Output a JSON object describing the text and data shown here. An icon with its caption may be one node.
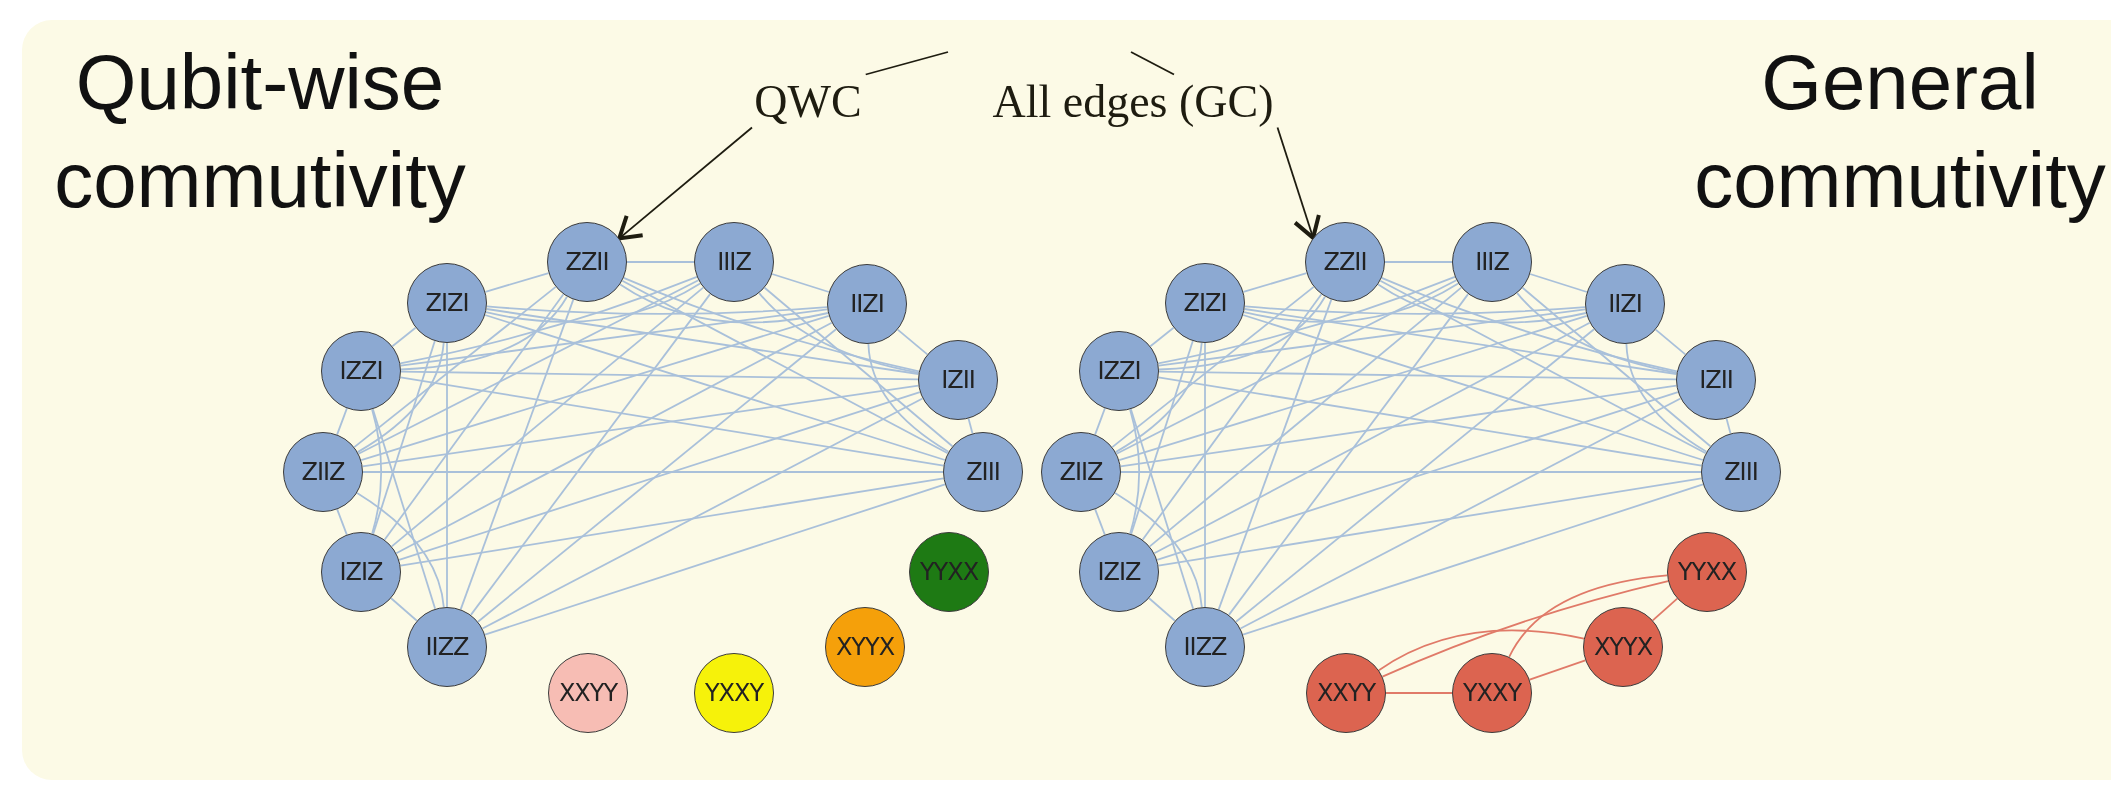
{
  "diagram": {
    "nodes": [
      {
        "text": [
          "QWC"
        ]
      },
      {
        "text": [
          "All edges (GC)"
        ]
      },
      {
        "text": [
          "ZZII"
        ]
      },
      {
        "text": [
          "IIIZ"
        ]
      },
      {
        "text": [
          "IIZI"
        ]
      },
      {
        "text": [
          "IZII"
        ]
      },
      {
        "text": [
          "ZIII"
        ]
      },
      {
        "text": [
          "YYXX"
        ]
      },
      {
        "text": [
          "XYYX"
        ]
      },
      {
        "text": [
          "YXXY"
        ]
      },
      {
        "text": [
          "XXYY"
        ]
      },
      {
        "text": [
          "IIZZ"
        ]
      },
      {
        "text": [
          "IZIZ"
        ]
      },
      {
        "text": [
          "ZIIZ"
        ]
      },
      {
        "text": [
          "IZZI"
        ]
      },
      {
        "text": [
          "ZIZI"
        ]
      },
      {
        "text": [
          "ZZII"
        ]
      },
      {
        "text": [
          "IIIZ"
        ]
      },
      {
        "text": [
          "IIZI"
        ]
      },
      {
        "text": [
          "IZII"
        ]
      },
      {
        "text": [
          "ZIII"
        ]
      },
      {
        "text": [
          "YYXX"
        ]
      },
      {
        "text": [
          "XYYX"
        ]
      },
      {
        "text": [
          "YXXY"
        ]
      },
      {
        "text": [
          "XXYY"
        ]
      },
      {
        "text": [
          "IIZZ"
        ]
      },
      {
        "text": [
          "IZIZ"
        ]
      },
      {
        "text": [
          "ZIIZ"
        ]
      },
      {
        "text": [
          "IZZI"
        ]
      },
      {
        "text": [
          "ZIZI"
        ]
      }
    ],
    "edges": [
      {
        "from": null,
        "to": 0,
        "arrow": "none",
        "color": "#1e1c10"
      },
      {
        "from": 0,
        "to": 2,
        "arrow": "to",
        "color": "#1e1c10"
      },
      {
        "from": null,
        "to": 1,
        "arrow": "none",
        "color": "#1e1c10"
      },
      {
        "from": 1,
        "to": 16,
        "arrow": "to",
        "color": "#1e1c10"
      },
      {
        "from": 2,
        "to": 3,
        "arrow": "none"
      },
      {
        "from": 2,
        "to": 4,
        "arrow": "none"
      },
      {
        "from": 2,
        "to": 5,
        "arrow": "none"
      },
      {
        "from": 2,
        "to": 6,
        "arrow": "none"
      },
      {
        "from": 2,
        "to": 11,
        "arrow": "none"
      },
      {
        "from": 2,
        "to": 12,
        "arrow": "none"
      },
      {
        "from": 2,
        "to": 13,
        "arrow": "none"
      },
      {
        "from": 2,
        "to": 14,
        "arrow": "none"
      },
      {
        "from": 2,
        "to": 15,
        "arrow": "none"
      },
      {
        "from": 3,
        "to": 4,
        "arrow": "none"
      },
      {
        "from": 3,
        "to": 5,
        "arrow": "none"
      },
      {
        "from": 3,
        "to": 6,
        "arrow": "none"
      },
      {
        "from": 3,
        "to": 11,
        "arrow": "none"
      },
      {
        "from": 3,
        "to": 12,
        "arrow": "none"
      },
      {
        "from": 3,
        "to": 13,
        "arrow": "none"
      },
      {
        "from": 3,
        "to": 14,
        "arrow": "none"
      },
      {
        "from": 3,
        "to": 15,
        "arrow": "none"
      },
      {
        "from": 4,
        "to": 5,
        "arrow": "none"
      },
      {
        "from": 4,
        "to": 6,
        "arrow": "none"
      },
      {
        "from": 4,
        "to": 11,
        "arrow": "none"
      },
      {
        "from": 4,
        "to": 12,
        "arrow": "none"
      },
      {
        "from": 4,
        "to": 13,
        "arrow": "none"
      },
      {
        "from": 4,
        "to": 14,
        "arrow": "none"
      },
      {
        "from": 4,
        "to": 15,
        "arrow": "none"
      },
      {
        "from": 5,
        "to": 6,
        "arrow": "none"
      },
      {
        "from": 5,
        "to": 11,
        "arrow": "none"
      },
      {
        "from": 5,
        "to": 12,
        "arrow": "none"
      },
      {
        "from": 5,
        "to": 13,
        "arrow": "none"
      },
      {
        "from": 5,
        "to": 14,
        "arrow": "none"
      },
      {
        "from": 5,
        "to": 15,
        "arrow": "none"
      },
      {
        "from": 6,
        "to": 11,
        "arrow": "none"
      },
      {
        "from": 6,
        "to": 12,
        "arrow": "none"
      },
      {
        "from": 6,
        "to": 13,
        "arrow": "none"
      },
      {
        "from": 6,
        "to": 14,
        "arrow": "none"
      },
      {
        "from": 6,
        "to": 15,
        "arrow": "none"
      },
      {
        "from": 11,
        "to": 12,
        "arrow": "none"
      },
      {
        "from": 11,
        "to": 13,
        "arrow": "none"
      },
      {
        "from": 11,
        "to": 14,
        "arrow": "none"
      },
      {
        "from": 11,
        "to": 15,
        "arrow": "none"
      },
      {
        "from": 12,
        "to": 13,
        "arrow": "none"
      },
      {
        "from": 12,
        "to": 14,
        "arrow": "none"
      },
      {
        "from": 12,
        "to": 15,
        "arrow": "none"
      },
      {
        "from": 13,
        "to": 14,
        "arrow": "none"
      },
      {
        "from": 13,
        "to": 15,
        "arrow": "none"
      },
      {
        "from": 14,
        "to": 15,
        "arrow": "none"
      },
      {
        "from": 16,
        "to": 17,
        "arrow": "none"
      },
      {
        "from": 16,
        "to": 18,
        "arrow": "none"
      },
      {
        "from": 16,
        "to": 19,
        "arrow": "none"
      },
      {
        "from": 16,
        "to": 20,
        "arrow": "none"
      },
      {
        "from": 16,
        "to": 25,
        "arrow": "none"
      },
      {
        "from": 16,
        "to": 26,
        "arrow": "none"
      },
      {
        "from": 16,
        "to": 27,
        "arrow": "none"
      },
      {
        "from": 16,
        "to": 28,
        "arrow": "none"
      },
      {
        "from": 16,
        "to": 29,
        "arrow": "none"
      },
      {
        "from": 17,
        "to": 18,
        "arrow": "none"
      },
      {
        "from": 17,
        "to": 19,
        "arrow": "none"
      },
      {
        "from": 17,
        "to": 20,
        "arrow": "none"
      },
      {
        "from": 17,
        "to": 25,
        "arrow": "none"
      },
      {
        "from": 17,
        "to": 26,
        "arrow": "none"
      },
      {
        "from": 17,
        "to": 27,
        "arrow": "none"
      },
      {
        "from": 17,
        "to": 28,
        "arrow": "none"
      },
      {
        "from": 17,
        "to": 29,
        "arrow": "none"
      },
      {
        "from": 18,
        "to": 19,
        "arrow": "none"
      },
      {
        "from": 18,
        "to": 20,
        "arrow": "none"
      },
      {
        "from": 18,
        "to": 25,
        "arrow": "none"
      },
      {
        "from": 18,
        "to": 26,
        "arrow": "none"
      },
      {
        "from": 18,
        "to": 27,
        "arrow": "none"
      },
      {
        "from": 18,
        "to": 28,
        "arrow": "none"
      },
      {
        "from": 18,
        "to": 29,
        "arrow": "none"
      },
      {
        "from": 19,
        "to": 20,
        "arrow": "none"
      },
      {
        "from": 19,
        "to": 25,
        "arrow": "none"
      },
      {
        "from": 19,
        "to": 26,
        "arrow": "none"
      },
      {
        "from": 19,
        "to": 27,
        "arrow": "none"
      },
      {
        "from": 19,
        "to": 28,
        "arrow": "none"
      },
      {
        "from": 19,
        "to": 29,
        "arrow": "none"
      },
      {
        "from": 20,
        "to": 25,
        "arrow": "none"
      },
      {
        "from": 20,
        "to": 26,
        "arrow": "none"
      },
      {
        "from": 20,
        "to": 27,
        "arrow": "none"
      },
      {
        "from": 20,
        "to": 28,
        "arrow": "none"
      },
      {
        "from": 20,
        "to": 29,
        "arrow": "none"
      },
      {
        "from": 25,
        "to": 26,
        "arrow": "none"
      },
      {
        "from": 25,
        "to": 27,
        "arrow": "none"
      },
      {
        "from": 25,
        "to": 28,
        "arrow": "none"
      },
      {
        "from": 25,
        "to": 29,
        "arrow": "none"
      },
      {
        "from": 26,
        "to": 27,
        "arrow": "none"
      },
      {
        "from": 26,
        "to": 28,
        "arrow": "none"
      },
      {
        "from": 26,
        "to": 29,
        "arrow": "none"
      },
      {
        "from": 27,
        "to": 28,
        "arrow": "none"
      },
      {
        "from": 27,
        "to": 29,
        "arrow": "none"
      },
      {
        "from": 28,
        "to": 29,
        "arrow": "none"
      },
      {
        "from": 21,
        "to": 22,
        "arrow": "none",
        "color": "#e07a68"
      },
      {
        "from": 21,
        "to": 23,
        "arrow": "none",
        "color": "#e07a68"
      },
      {
        "from": 21,
        "to": 24,
        "arrow": "none",
        "color": "#e07a68"
      },
      {
        "from": 22,
        "to": 23,
        "arrow": "none",
        "color": "#e07a68"
      },
      {
        "from": 22,
        "to": 24,
        "arrow": "none",
        "color": "#e07a68"
      },
      {
        "from": 23,
        "to": 24,
        "arrow": "none",
        "color": "#e07a68"
      }
    ],
    "labels": [
      "Qubit-wise commutivity",
      "General commutivity"
    ]
  }
}
